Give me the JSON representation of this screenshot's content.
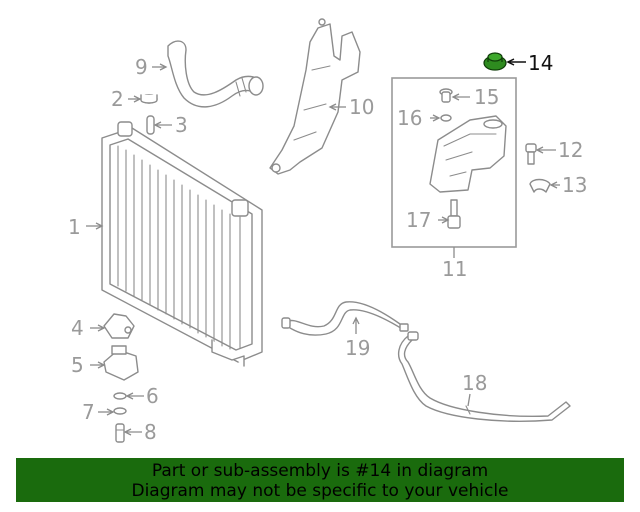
{
  "diagram": {
    "highlight_color": "#2e8b1f",
    "line_color": "#8c8c8c",
    "callouts": {
      "c1": "1",
      "c2": "2",
      "c3": "3",
      "c4": "4",
      "c5": "5",
      "c6": "6",
      "c7": "7",
      "c8": "8",
      "c9": "9",
      "c10": "10",
      "c11": "11",
      "c12": "12",
      "c13": "13",
      "c14": "14",
      "c15": "15",
      "c16": "16",
      "c17": "17",
      "c18": "18",
      "c19": "19"
    }
  },
  "banner": {
    "background": "#1a6b0d",
    "line1": "Part or sub-assembly is #14 in diagram",
    "line2": "Diagram may not be specific to your vehicle"
  }
}
